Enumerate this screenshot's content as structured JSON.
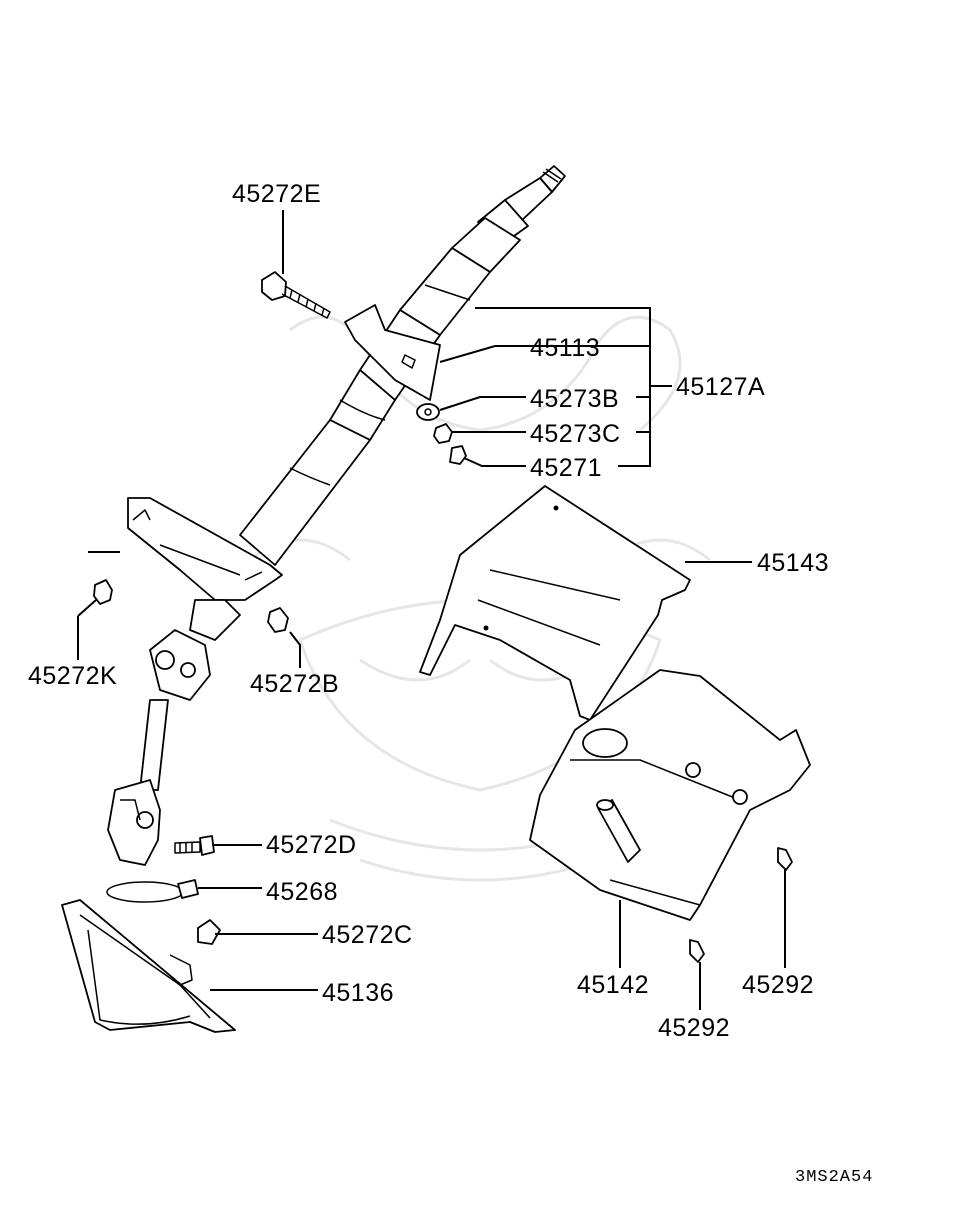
{
  "diagram": {
    "labels": {
      "p45272E": "45272E",
      "p45113": "45113",
      "p45127A": "45127A",
      "p45273B": "45273B",
      "p45273C": "45273C",
      "p45271": "45271",
      "p45143": "45143",
      "p45272K": "45272K",
      "p45272B": "45272B",
      "p45272D": "45272D",
      "p45268": "45268",
      "p45272C": "45272C",
      "p45136": "45136",
      "p45142": "45142",
      "p45292a": "45292",
      "p45292b": "45292"
    },
    "diagram_code": "3MS2A54",
    "colors": {
      "line": "#000000",
      "watermark": "#e6e6e6",
      "background": "#ffffff"
    }
  }
}
